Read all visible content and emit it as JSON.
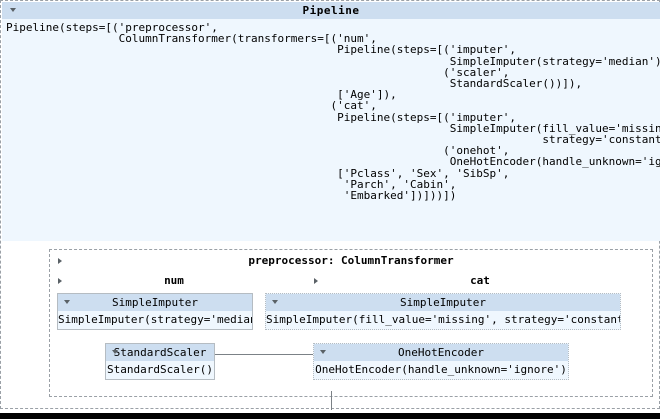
{
  "diagram": {
    "title": "Pipeline",
    "toggle_icon": "caret-down-icon",
    "repr_text": "Pipeline(steps=[('preprocessor',\n                 ColumnTransformer(transformers=[('num',\n                                                  Pipeline(steps=[('imputer',\n                                                                   SimpleImputer(strategy='median')),\n                                                                  ('scaler',\n                                                                   StandardScaler())]),\n                                                  ['Age']),\n                                                 ('cat',\n                                                  Pipeline(steps=[('imputer',\n                                                                   SimpleImputer(fill_value='missing',\n                                                                                 strategy='constant')),\n                                                                  ('onehot',\n                                                                   OneHotEncoder(handle_unknown='ignore'))]),\n                                                  ['Pclass', 'Sex', 'SibSp',\n                                                   'Parch', 'Cabin',\n                                                   'Embarked'])]))])"
  },
  "column_transformer": {
    "title": "preprocessor: ColumnTransformer",
    "toggle_icon": "caret-right-icon",
    "columns": [
      {
        "label": "num",
        "toggle_icon": "caret-right-icon"
      },
      {
        "label": "cat",
        "toggle_icon": "caret-right-icon"
      }
    ]
  },
  "estimators": [
    {
      "id": "num-imputer",
      "head": "SimpleImputer",
      "body": "SimpleImputer(strategy='median')",
      "toggle_icon": "caret-down-icon"
    },
    {
      "id": "num-scaler",
      "head": "StandardScaler",
      "body": "StandardScaler()",
      "toggle_icon": "caret-down-icon"
    },
    {
      "id": "cat-imputer",
      "head": "SimpleImputer",
      "body": "SimpleImputer(fill_value='missing', strategy='constant')",
      "toggle_icon": "caret-down-icon"
    },
    {
      "id": "cat-onehot",
      "head": "OneHotEncoder",
      "body": "OneHotEncoder(handle_unknown='ignore')",
      "toggle_icon": "caret-down-icon"
    }
  ],
  "colors": {
    "header_blue": "#cddef0",
    "panel_blue": "#eff7fe",
    "border_gray": "#9aa0a6",
    "connector_gray": "#7b8186",
    "text": "#000000"
  }
}
